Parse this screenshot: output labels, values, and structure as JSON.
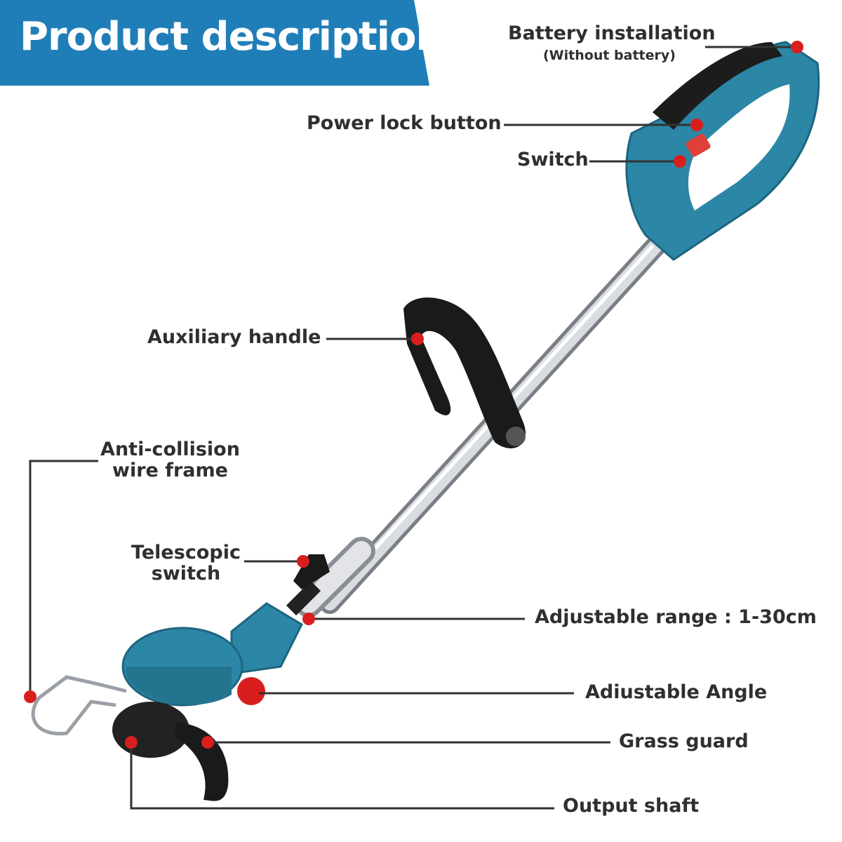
{
  "header": {
    "title": "Product description",
    "banner_color": "#1f7eb8"
  },
  "colors": {
    "tool_body": "#2c86a6",
    "marker": "#d81e1e",
    "leader_line": "#333333"
  },
  "labels": {
    "battery_installation": "Battery installation",
    "battery_note": "(Without battery)",
    "power_lock_button": "Power lock button",
    "switch": "Switch",
    "auxiliary_handle": "Auxiliary handle",
    "anti_collision_line1": "Anti-collision",
    "anti_collision_line2": "wire frame",
    "telescopic_line1": "Telescopic",
    "telescopic_line2": "switch",
    "adjustable_range": "Adjustable range : 1-30cm",
    "adjustable_angle": "Adiustable Angle",
    "grass_guard": "Grass guard",
    "output_shaft": "Output shaft"
  }
}
